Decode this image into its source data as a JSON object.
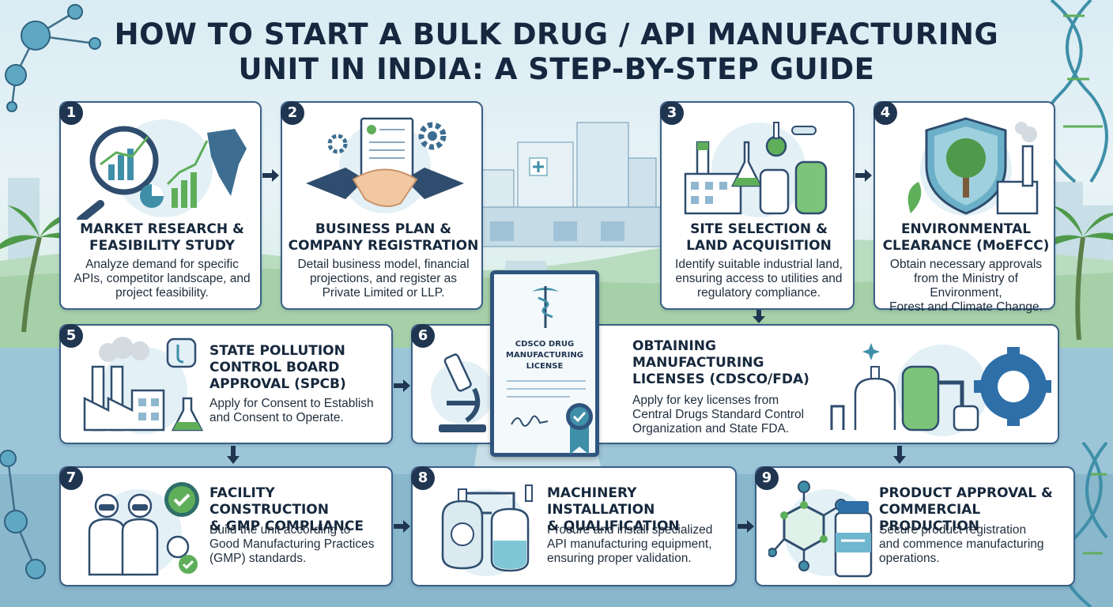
{
  "title": "HOW TO START A BULK DRUG / API MANUFACTURING\nUNIT IN INDIA: A STEP-BY-STEP GUIDE",
  "certificate": {
    "title": "CDSCO DRUG\nMANUFACTURING\nLICENSE"
  },
  "steps": [
    {
      "number": "1",
      "title": "MARKET RESEARCH &\nFEASIBILITY STUDY",
      "desc": "Analyze demand for specific\nAPIs, competitor landscape, and\nproject feasibility."
    },
    {
      "number": "2",
      "title": "BUSINESS PLAN &\nCOMPANY REGISTRATION",
      "desc": "Detail business model, financial\nprojections, and register as\nPrivate Limited or LLP."
    },
    {
      "number": "3",
      "title": "SITE SELECTION &\nLAND ACQUISITION",
      "desc": "Identify suitable industrial land,\nensuring access to utilities and\nregulatory compliance."
    },
    {
      "number": "4",
      "title": "ENVIRONMENTAL\nCLEARANCE (MoEFCC)",
      "desc": "Obtain necessary approvals\nfrom the Ministry of Environment,\nForest and Climate Change."
    },
    {
      "number": "5",
      "title": "STATE POLLUTION\nCONTROL BOARD\nAPPROVAL (SPCB)",
      "desc": "Apply for Consent to Establish\nand Consent to Operate."
    },
    {
      "number": "6",
      "title": "OBTAINING\nMANUFACTURING\nLICENSES (CDSCO/FDA)",
      "desc": "Apply for key licenses from\nCentral Drugs Standard Control\nOrganization and State FDA."
    },
    {
      "number": "7",
      "title": "FACILITY CONSTRUCTION\n& GMP COMPLIANCE",
      "desc": "Build the unit according to\nGood Manufacturing Practices\n(GMP) standards."
    },
    {
      "number": "8",
      "title": "MACHINERY INSTALLATION\n& QUALIFICATION",
      "desc": "Procure and install specialized\nAPI manufacturing equipment,\nensuring proper validation."
    },
    {
      "number": "9",
      "title": "PRODUCT APPROVAL &\nCOMMERCIAL PRODUCTION",
      "desc": "Secure product registration\nand commence manufacturing\noperations."
    }
  ],
  "colors": {
    "card_border": "#3a5f86",
    "badge": "#1f3550",
    "accent_teal": "#3f8fa8",
    "accent_green": "#5fae5a"
  },
  "icons": {
    "step1": "magnifier-chart-india-map-icon",
    "step2": "handshake-document-gears-icon",
    "step3": "factory-lab-flasks-icon",
    "step4": "shield-tree-factory-icon",
    "step5": "factory-smoke-flask-icon",
    "step6": "microscope-reactor-gear-icon",
    "step7": "workers-ppe-checkmark-icon",
    "step8": "reactor-vessels-icon",
    "step9": "molecule-vial-icon"
  }
}
